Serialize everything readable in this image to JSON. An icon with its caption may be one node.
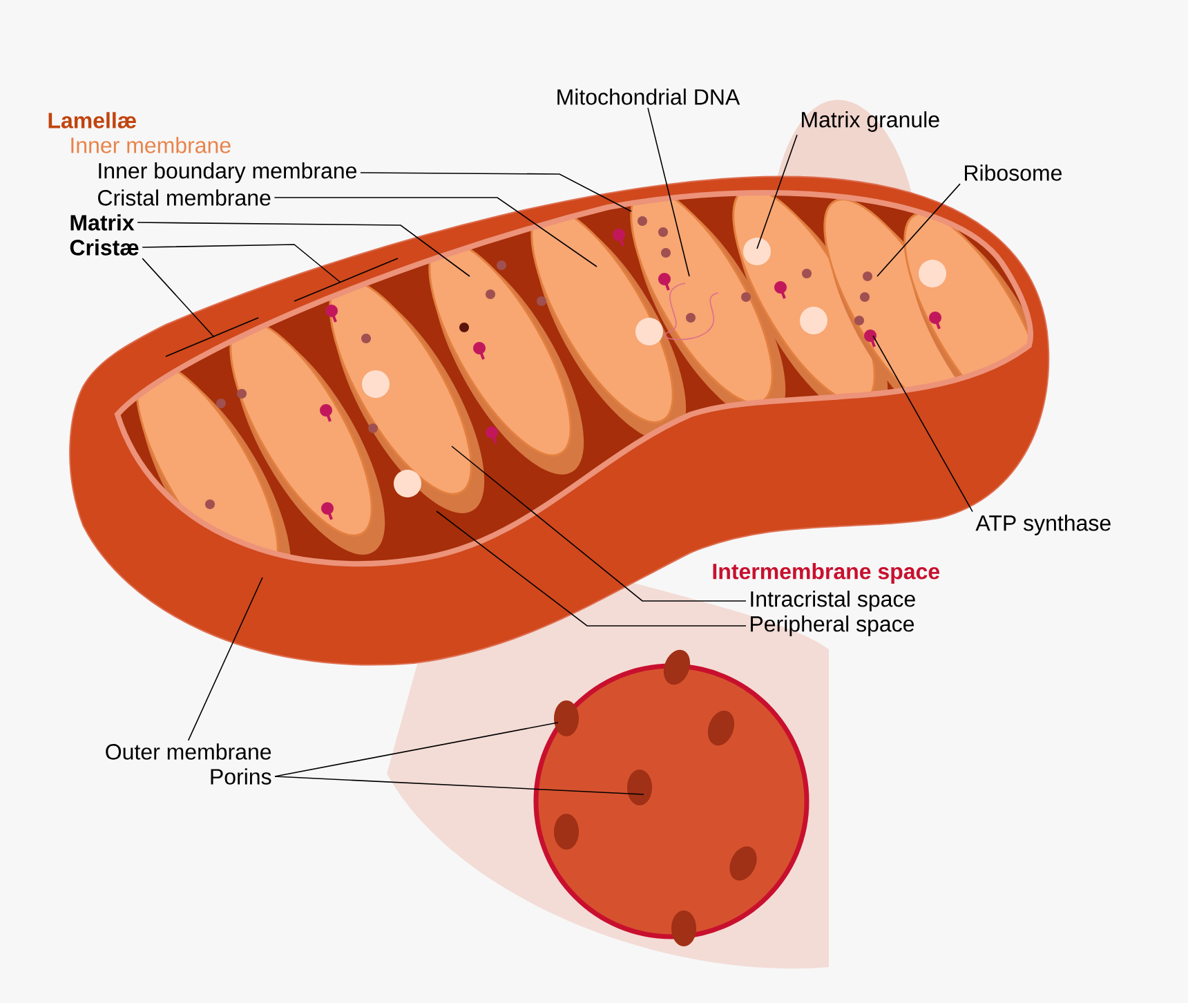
{
  "diagram": {
    "nodes": [
      {
        "text": [
          "Inner boundary membrane"
        ]
      },
      {
        "text": [
          "Cristal membrane"
        ]
      },
      {
        "text": [
          "Matrix"
        ]
      },
      {
        "text": [
          "Cristæ"
        ]
      },
      {
        "text": [
          "Mitochondrial DNA"
        ]
      },
      {
        "text": [
          "Matrix granule"
        ]
      },
      {
        "text": [
          "Ribosome"
        ]
      },
      {
        "text": [
          "ATP synthase"
        ]
      },
      {
        "text": [
          "Intracristal space"
        ]
      },
      {
        "text": [
          "Peripheral space"
        ]
      },
      {
        "text": [
          "Outer membrane"
        ]
      },
      {
        "text": [
          "Porins"
        ]
      }
    ],
    "edges": [
      {
        "from": 0,
        "to": null,
        "arrow": "none"
      },
      {
        "from": 1,
        "to": null,
        "arrow": "none"
      },
      {
        "from": 2,
        "to": null,
        "arrow": "none"
      },
      {
        "from": 3,
        "to": null,
        "arrow": "none"
      },
      {
        "from": 3,
        "to": null,
        "arrow": "none"
      },
      {
        "from": 4,
        "to": null,
        "arrow": "none"
      },
      {
        "from": 5,
        "to": null,
        "arrow": "none"
      },
      {
        "from": 6,
        "to": null,
        "arrow": "none"
      },
      {
        "from": 7,
        "to": null,
        "arrow": "none"
      },
      {
        "from": 8,
        "to": null,
        "arrow": "none"
      },
      {
        "from": 9,
        "to": null,
        "arrow": "none"
      },
      {
        "from": 10,
        "to": null,
        "arrow": "none"
      },
      {
        "from": 11,
        "to": null,
        "arrow": "none"
      },
      {
        "from": 11,
        "to": null,
        "arrow": "none"
      }
    ],
    "labels": [
      "Lamellæ",
      "Inner membrane",
      "Intermembrane space"
    ]
  }
}
